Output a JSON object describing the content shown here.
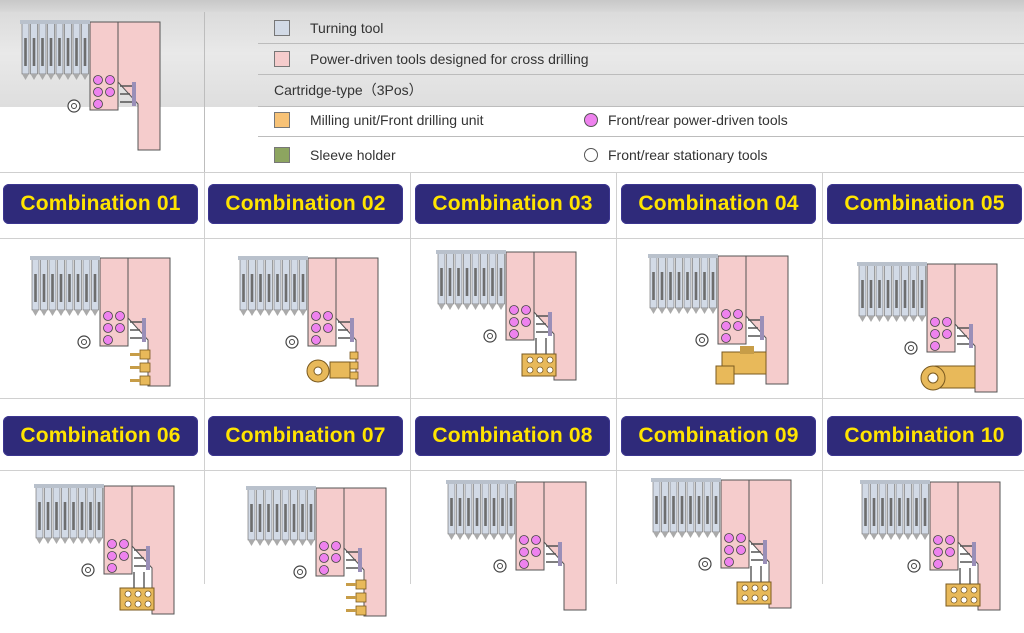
{
  "legend": {
    "turning": {
      "label": "Turning  tool",
      "color": "#d2dae6"
    },
    "power_cross": {
      "label": "Power-driven tools designed for cross drilling",
      "color": "#f5cccc"
    },
    "cartridge": {
      "label": "Cartridge-type（3Pos）"
    },
    "milling": {
      "label": "Milling unit/Front drilling unit",
      "color": "#f7c276"
    },
    "sleeve": {
      "label": "Sleeve holder",
      "color": "#8da560"
    },
    "front_rear_power": {
      "label": "Front/rear power-driven tools",
      "color": "#ee82ee"
    },
    "front_rear_stationary": {
      "label": "Front/rear stationary tools",
      "color": "#ffffff"
    }
  },
  "combinations": [
    {
      "label": "Combination  01",
      "attachment": "sleeves"
    },
    {
      "label": "Combination  02",
      "attachment": "sleeve-rotary"
    },
    {
      "label": "Combination  03",
      "attachment": "block"
    },
    {
      "label": "Combination  04",
      "attachment": "milling"
    },
    {
      "label": "Combination  05",
      "attachment": "milling-round"
    },
    {
      "label": "Combination  06",
      "attachment": "block"
    },
    {
      "label": "Combination  07",
      "attachment": "sleeves"
    },
    {
      "label": "Combination  08",
      "attachment": "none"
    },
    {
      "label": "Combination  09",
      "attachment": "block"
    },
    {
      "label": "Combination  10",
      "attachment": "block"
    }
  ],
  "colors": {
    "panel_pink": "#f5cccc",
    "tool_blue": "#d2dae6",
    "label_bg": "#2f2a7a",
    "label_text": "#ffe400",
    "attachment_gold": "#e8b95a"
  }
}
